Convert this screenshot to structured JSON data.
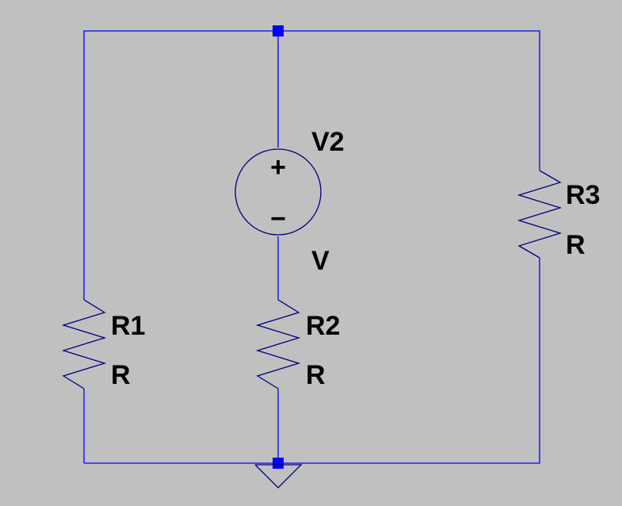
{
  "colors": {
    "background": "#c0c0c0",
    "wire": "#0000ff",
    "component": "#000080",
    "junction": "#0000ff",
    "label": "#000000"
  },
  "components": {
    "r1": {
      "name": "R1",
      "value": "R"
    },
    "r2": {
      "name": "R2",
      "value": "R"
    },
    "r3": {
      "name": "R3",
      "value": "R"
    },
    "v2": {
      "name": "V2",
      "value": "V",
      "plus": "+",
      "minus": "−"
    }
  }
}
